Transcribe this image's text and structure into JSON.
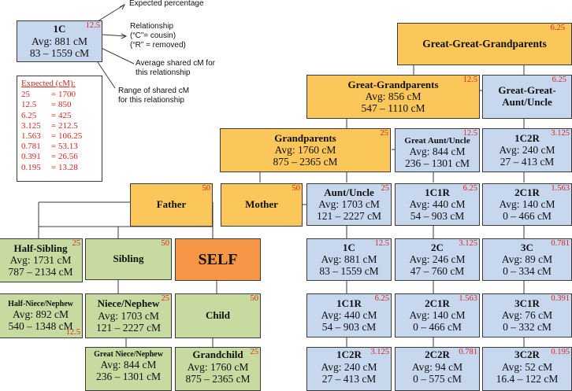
{
  "legend_box": {
    "title": "1C",
    "pct": "12.5",
    "avg": "Avg: 881 cM",
    "range": "83 – 1559 cM"
  },
  "annotations": {
    "expected": "Expected percentage",
    "relationship_1": "Relationship",
    "relationship_2": "(“C”= cousin)",
    "relationship_3": "(“R” = removed)",
    "avg_1": "Average shared cM for",
    "avg_2": "this relationship",
    "range_1": "Range of shared cM",
    "range_2": "for this relationship"
  },
  "expected_table": {
    "title": "Expected (cM):",
    "rows": [
      {
        "pct": "25",
        "cm": "= 1700"
      },
      {
        "pct": "12.5",
        "cm": "= 850"
      },
      {
        "pct": "6.25",
        "cm": "= 425"
      },
      {
        "pct": "3.125",
        "cm": "= 212.5"
      },
      {
        "pct": "1.563",
        "cm": "= 106.25"
      },
      {
        "pct": "0.781",
        "cm": "= 53.13"
      },
      {
        "pct": "0.391",
        "cm": "= 26.56"
      },
      {
        "pct": "0.195",
        "cm": "= 13.28"
      }
    ]
  },
  "nodes": {
    "ggg": {
      "title": "Great-Great-Grandparents",
      "pct": "6.25"
    },
    "gg": {
      "title": "Great-Grandparents",
      "avg": "Avg: 856 cM",
      "range": "547 – 1110 cM",
      "pct": "12.5"
    },
    "ggau": {
      "title": "Great-Great-",
      "title2": "Aunt/Uncle",
      "pct": "6.25"
    },
    "gp": {
      "title": "Grandparents",
      "avg": "Avg: 1760 cM",
      "range": "875 – 2365 cM",
      "pct": "25"
    },
    "gau": {
      "title": "Great Aunt/Uncle",
      "avg": "Avg: 844 cM",
      "range": "236 – 1301 cM",
      "pct": "12.5"
    },
    "c1r2_top": {
      "title": "1C2R",
      "avg": "Avg: 240 cM",
      "range": "27 – 413 cM",
      "pct": "3.125"
    },
    "father": {
      "title": "Father",
      "pct": "50"
    },
    "mother": {
      "title": "Mother",
      "pct": "50"
    },
    "au": {
      "title": "Aunt/Uncle",
      "avg": "Avg: 1703 cM",
      "range": "121 – 2227 cM",
      "pct": "25"
    },
    "c1r1_top": {
      "title": "1C1R",
      "avg": "Avg: 440 cM",
      "range": "54 – 903 cM",
      "pct": "6.25"
    },
    "c2r1_top": {
      "title": "2C1R",
      "avg": "Avg: 140 cM",
      "range": "0 – 466 cM",
      "pct": "1.563"
    },
    "halfsib": {
      "title": "Half-Sibling",
      "avg": "Avg: 1731 cM",
      "range": "787 – 2134 cM",
      "pct": "25"
    },
    "sibling": {
      "title": "Sibling",
      "pct": "50"
    },
    "self": {
      "title": "SELF"
    },
    "c1": {
      "title": "1C",
      "avg": "Avg: 881 cM",
      "range": "83 – 1559 cM",
      "pct": "12.5"
    },
    "c2": {
      "title": "2C",
      "avg": "Avg: 246 cM",
      "range": "47 – 760 cM",
      "pct": "3.125"
    },
    "c3": {
      "title": "3C",
      "avg": "Avg: 89 cM",
      "range": "0 – 334 cM",
      "pct": "0.781"
    },
    "halfniece": {
      "title": "Half-Niece/Nephew",
      "avg": "Avg: 892 cM",
      "range": "540 – 1348 cM",
      "pct": "12.5"
    },
    "niece": {
      "title": "Niece/Nephew",
      "avg": "Avg: 1703 cM",
      "range": "121 – 2227 cM",
      "pct": "25"
    },
    "child": {
      "title": "Child",
      "pct": "50"
    },
    "c1r1_bot": {
      "title": "1C1R",
      "avg": "Avg: 440 cM",
      "range": "54 – 903 cM",
      "pct": "6.25"
    },
    "c2r1_bot": {
      "title": "2C1R",
      "avg": "Avg: 140 cM",
      "range": "0 – 466 cM",
      "pct": "1.563"
    },
    "c3r1": {
      "title": "3C1R",
      "avg": "Avg: 76 cM",
      "range": "0 – 332 cM",
      "pct": "0.391"
    },
    "gniece": {
      "title": "Great Niece/Nephew",
      "avg": "Avg: 844 cM",
      "range": "236 – 1301 cM"
    },
    "grandchild": {
      "title": "Grandchild",
      "avg": "Avg: 1760 cM",
      "range": "875 – 2365 cM",
      "pct": "25"
    },
    "c1r2_bot": {
      "title": "1C2R",
      "avg": "Avg: 240 cM",
      "range": "27 – 413 cM",
      "pct": "3.125"
    },
    "c2r2": {
      "title": "2C2R",
      "avg": "Avg: 94 cM",
      "range": "0 – 575 cM",
      "pct": "0.781"
    },
    "c3r2": {
      "title": "3C2R",
      "avg": "Avg: 52 cM",
      "range": "16.4 – 122 cM",
      "pct": "0.195"
    }
  },
  "colors": {
    "blue": "#c6d7ee",
    "gold": "#fbc65a",
    "green": "#c7dba1",
    "orange": "#f79646",
    "pct_red": "#d9261c"
  }
}
